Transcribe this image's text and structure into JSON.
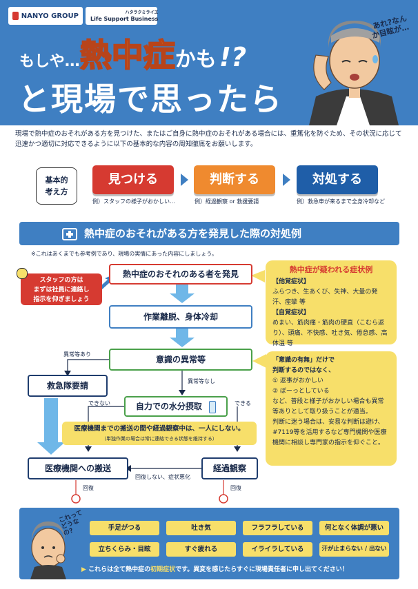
{
  "header": {
    "brand1": "NANYO GROUP",
    "brand2_small": "ハタラクミライエ",
    "brand2": "Life Support Business",
    "title_prefix": "もしや…",
    "title_hot": "熱中症",
    "title_suffix": "かも",
    "title_marks": "!?",
    "title_line2": "と現場で思ったら",
    "bubble": "あれ?なんか目眩が…"
  },
  "intro": "現場で熱中症のおそれがある方を見つけた、またはご自身に熱中症のおそれがある場合には、重篤化を防ぐため、その状況に応じて迅速かつ適切に対応できるように以下の基本的な内容の周知徹底をお願いします。",
  "basic": {
    "label_line1": "基本的",
    "label_line2": "考え方",
    "steps": [
      {
        "label": "見つける",
        "example": "例）スタッフの様子がおかしい…"
      },
      {
        "label": "判断する",
        "example": "例）経過観察 or 救援要請"
      },
      {
        "label": "対処する",
        "example": "例）救急車が来るまで全身冷却など"
      }
    ]
  },
  "section": {
    "title": "熱中症のおそれがある方を発見した際の対処例",
    "note": "※これはあくまでも参考例であり、現場の実情にあった内容にしましょう。"
  },
  "flow": {
    "find": "熱中症のおそれのある者を発見",
    "staff_line1": "スタッフの方は",
    "staff_line2": "まずは社員に連絡し",
    "staff_line3": "指示を仰ぎましょう",
    "cooling": "作業離脱、身体冷却",
    "consciousness": "意識の異常等",
    "label_abnormal": "異常等あり",
    "label_normal": "異常等なし",
    "ambulance": "救急隊要請",
    "water": "自力での水分摂取",
    "label_cannot": "できない",
    "label_can": "できる",
    "notice_line1": "医療機関までの搬送の間や経過観察中は、一人にしない。",
    "notice_line2": "（単独作業の場合は常に連絡できる状態を維持する）",
    "transport": "医療機関への搬送",
    "observe": "経過観察",
    "label_worse": "回復しない、症状悪化",
    "recover_left": "回復",
    "recover_right": "回復"
  },
  "symptoms": {
    "title": "熱中症が疑われる症状例",
    "sub1": "【他覚症状】",
    "text1": "ふらつき、生あくび、失神、大量の発汗、痙攣 等",
    "sub2": "【自覚症状】",
    "text2": "めまい、筋肉痛・筋肉の硬直（こむら返り）、頭痛、不快感、吐き気、倦怠感、高体温 等"
  },
  "judge": {
    "line1": "「意識の有無」だけで",
    "line2": "判断するのではなく、",
    "item1": "① 返事がおかしい",
    "item2": "② ぼーっとしている",
    "text3": "など、普段と様子がおかしい場合も異常等ありとして取り扱うことが適当。",
    "text4": "判断に迷う場合は、安易な判断は避け、#7119等を活用するなど専門機関や医療機関に相談し専門家の指示を仰ぐこと。"
  },
  "bottom": {
    "bubble": "これってどうなの?",
    "symptoms": [
      "手足がつる",
      "吐き気",
      "フラフラしている",
      "何となく体調が悪い",
      "立ちくらみ・目眩",
      "すぐ疲れる",
      "イライラしている",
      "汗が止まらない / 出ない"
    ],
    "msg_prefix": "これらは全て熱中症の",
    "msg_hl": "初期症状",
    "msg_suffix": "です。異変を感じたらすぐに現場責任者に申し出てください！"
  },
  "colors": {
    "blue": "#3f7fc2",
    "red": "#d63a31",
    "orange": "#ef8a2f",
    "navy": "#1f5ea8",
    "yellow": "#f7df6a",
    "green": "#4aa04a"
  }
}
